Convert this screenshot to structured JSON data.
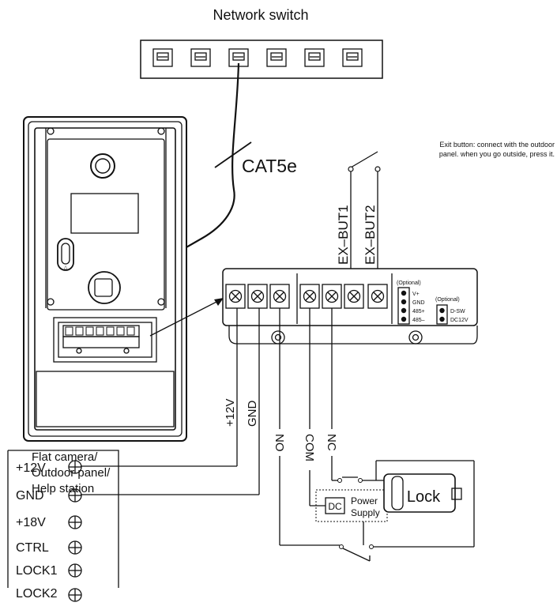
{
  "network_switch": {
    "title": "Network switch",
    "port_count": 6
  },
  "cable": {
    "label": "CAT5e"
  },
  "outdoor_panel": {
    "caption_lines": [
      "Flat camera/",
      "Outdoor panel/",
      "Help station"
    ]
  },
  "exit_button": {
    "note_lines": [
      "Exit button: connect with the outdoor",
      "panel. when you go outside, press it."
    ]
  },
  "terminal_block": {
    "ex_but1": "EX–BUT1",
    "ex_but2": "EX–BUT2",
    "optional_left": {
      "title": "(Optional)",
      "pins": [
        "V+",
        "GND",
        "485+",
        "485–"
      ]
    },
    "optional_right": {
      "title": "(Optional)",
      "pins": [
        "D-SW",
        "DC12V"
      ]
    }
  },
  "wires": {
    "plus12v": "+12V",
    "gnd": "GND",
    "no": "NO",
    "com": "COM",
    "nc": "NC"
  },
  "power_box": {
    "terminals": [
      "+12V",
      "GND",
      "+18V",
      "CTRL",
      "LOCK1",
      "LOCK2"
    ]
  },
  "power_supply": {
    "dc": "DC",
    "label_lines": [
      "Power",
      "Supply"
    ]
  },
  "lock": {
    "label": "Lock"
  }
}
